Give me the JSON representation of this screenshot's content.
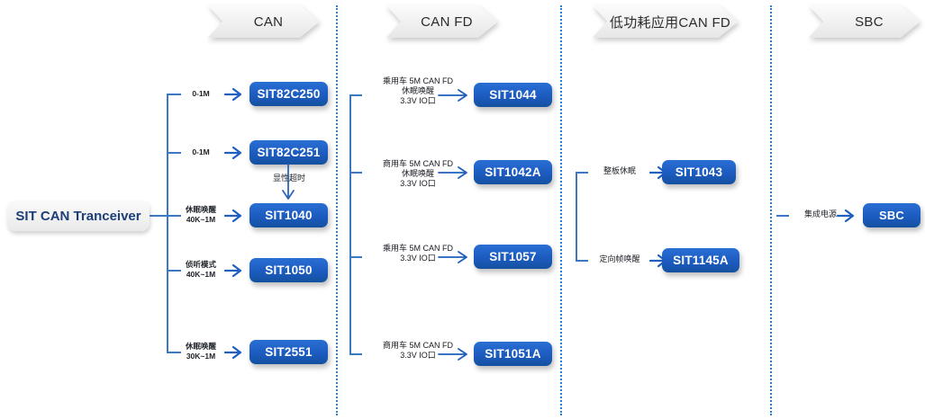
{
  "diagram": {
    "title": "SIT CAN Tranceiver",
    "root_label": "SIT  CAN Tranceiver",
    "accent_blue": "#1c5bc0",
    "line_blue": "#3c77c4",
    "divider_blue": "#2f7fd0",
    "header_gray": "#f1f1f1",
    "root_text_color": "#1b3f76"
  },
  "columns": [
    {
      "id": "can",
      "header": "CAN",
      "items": [
        {
          "caption": "0-1M",
          "product": "SIT82C250"
        },
        {
          "caption": "0-1M",
          "product": "SIT82C251"
        },
        {
          "caption": "休眠唤醒\n40K~1M",
          "product": "SIT1040"
        },
        {
          "caption": "侦听模式\n40K~1M",
          "product": "SIT1050"
        },
        {
          "caption": "休眠唤醒\n30K~1M",
          "product": "SIT2551"
        }
      ],
      "inner_link": {
        "from": "SIT82C251",
        "to": "SIT1040",
        "label": "显性超时"
      }
    },
    {
      "id": "canfd",
      "header": "CAN FD",
      "items": [
        {
          "caption": "乘用车 5M CAN FD\n休眠唤醒\n3.3V IO口",
          "product": "SIT1044"
        },
        {
          "caption": "商用车 5M CAN FD\n休眠唤醒\n3.3V IO口",
          "product": "SIT1042A"
        },
        {
          "caption": "乘用车 5M CAN FD\n3.3V IO口",
          "product": "SIT1057"
        },
        {
          "caption": "商用车 5M CAN FD\n3.3V IO口",
          "product": "SIT1051A"
        }
      ]
    },
    {
      "id": "lowpower",
      "header": "低功耗应用CAN FD",
      "items": [
        {
          "caption": "整板休眠",
          "product": "SIT1043"
        },
        {
          "caption": "定向帧唤醒",
          "product": "SIT1145A"
        }
      ]
    },
    {
      "id": "sbc",
      "header": "SBC",
      "items": [
        {
          "caption": "集成电源",
          "product": "SBC"
        }
      ]
    }
  ]
}
